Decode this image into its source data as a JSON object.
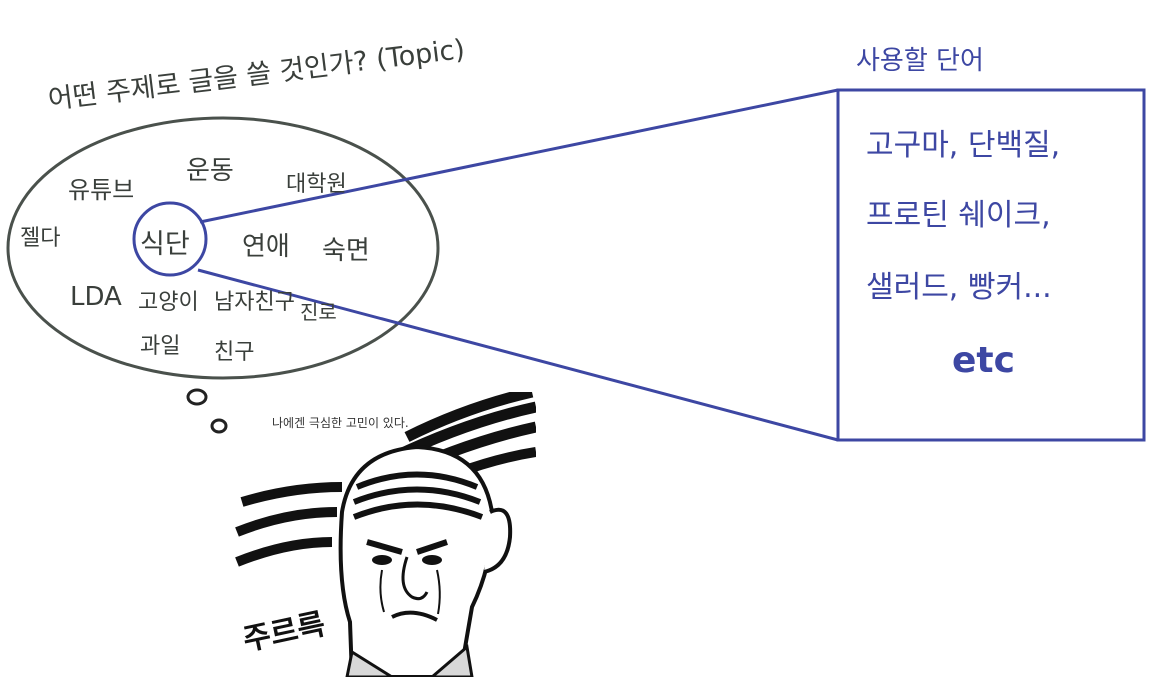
{
  "topic_heading": "어떤 주제로 글을 쓸 것인가? (Topic)",
  "topics": {
    "youtube": "유튜브",
    "exercise": "운동",
    "grad_school": "대학원",
    "jelda": "젤다",
    "diet": "식단",
    "dating": "연애",
    "sleep": "숙면",
    "lda": "LDA",
    "cat": "고양이",
    "boyfriend": "남자친구",
    "career": "진로",
    "fruit": "과일",
    "friend": "친구"
  },
  "words_heading": "사용할 단어",
  "words": {
    "line1": "고구마, 단백질,",
    "line2": "프로틴 쉐이크,",
    "line3": "샐러드, 빵커...",
    "line4": "etc"
  },
  "comic": {
    "caption": "나에겐 극심한 고민이 있다.",
    "sfx": "주르륵"
  },
  "colors": {
    "ellipse_ink": "#3a3f3b",
    "highlight_ink": "#3d47a3"
  }
}
